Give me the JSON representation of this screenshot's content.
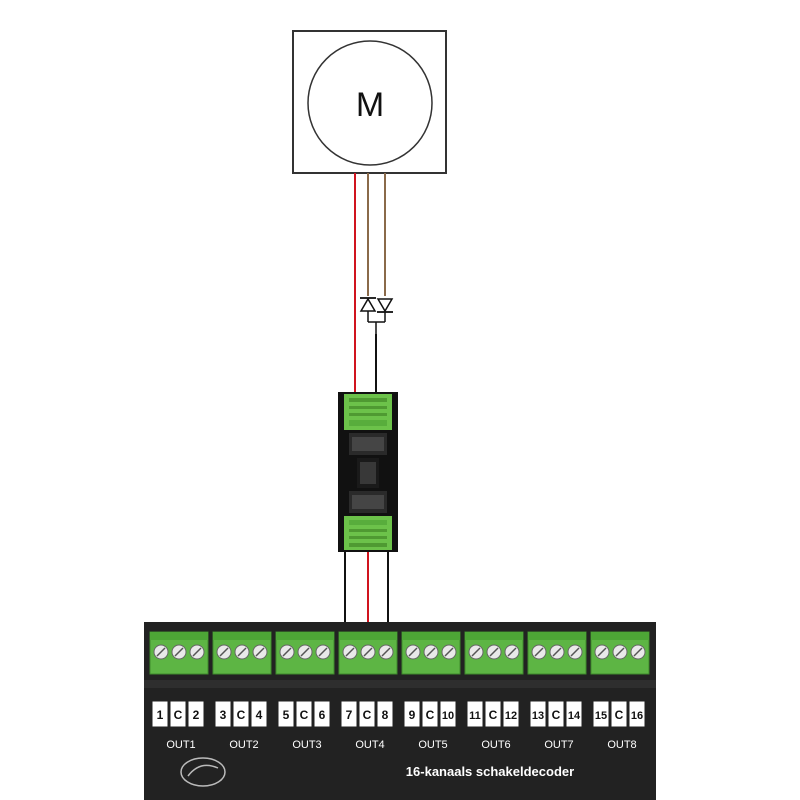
{
  "motor": {
    "label": "M"
  },
  "decoder": {
    "title": "16-kanaals schakeldecoder",
    "terminals": [
      {
        "name": "OUT1",
        "pins": [
          "1",
          "C",
          "2"
        ]
      },
      {
        "name": "OUT2",
        "pins": [
          "3",
          "C",
          "4"
        ]
      },
      {
        "name": "OUT3",
        "pins": [
          "5",
          "C",
          "6"
        ]
      },
      {
        "name": "OUT4",
        "pins": [
          "7",
          "C",
          "8"
        ]
      },
      {
        "name": "OUT5",
        "pins": [
          "9",
          "C",
          "10"
        ]
      },
      {
        "name": "OUT6",
        "pins": [
          "11",
          "C",
          "12"
        ]
      },
      {
        "name": "OUT7",
        "pins": [
          "13",
          "C",
          "14"
        ]
      },
      {
        "name": "OUT8",
        "pins": [
          "15",
          "C",
          "16"
        ]
      }
    ]
  },
  "colors": {
    "wire_red": "#d0141e",
    "wire_brown": "#8a6a4a",
    "wire_black": "#111111",
    "module_green": "#6cc24a",
    "board_dark": "#222222",
    "terminal_green": "#5db544"
  }
}
